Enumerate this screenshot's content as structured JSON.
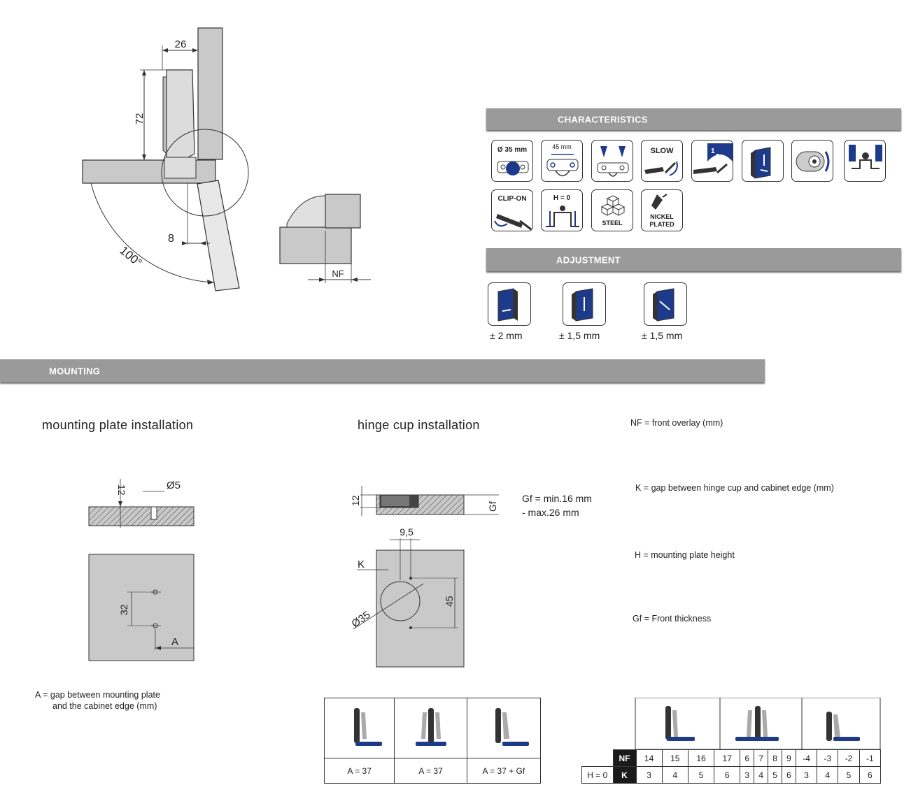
{
  "top_drawing": {
    "dim_width": "26",
    "dim_height": "72",
    "dim_gap": "8",
    "angle": "100°",
    "nf_label": "NF"
  },
  "characteristics": {
    "title": "CHARACTERISTICS",
    "icons": [
      {
        "name": "cup-35mm-icon",
        "label": "Ø 35 mm"
      },
      {
        "name": "hole-distance-45mm-icon",
        "label": "45 mm"
      },
      {
        "name": "screw-fixing-icon",
        "label": ""
      },
      {
        "name": "slow-close-icon",
        "label": "SLOW"
      },
      {
        "name": "two-step-icon",
        "label": ""
      },
      {
        "name": "depth-adjust-icon",
        "label": ""
      },
      {
        "name": "cam-adjust-icon",
        "label": ""
      },
      {
        "name": "screw-on-plate-icon",
        "label": ""
      },
      {
        "name": "clip-on-icon",
        "label": "CLIP-ON"
      },
      {
        "name": "plate-height-icon",
        "label": "H = 0"
      },
      {
        "name": "steel-icon",
        "label": "STEEL"
      },
      {
        "name": "nickel-plated-icon",
        "label": "NICKEL PLATED"
      }
    ]
  },
  "adjustment": {
    "title": "ADJUSTMENT",
    "items": [
      {
        "value": "± 2 mm"
      },
      {
        "value": "± 1,5 mm"
      },
      {
        "value": "± 1,5 mm"
      }
    ]
  },
  "mounting": {
    "title": "MOUNTING",
    "plate_title": "mounting plate installation",
    "cup_title": "hinge cup installation",
    "plate_dims": {
      "depth": "12",
      "hole": "Ø5",
      "spacing": "32",
      "gap": "A"
    },
    "cup_dims": {
      "depth": "12",
      "gf": "Gf",
      "offset": "9,5",
      "k": "K",
      "dia": "Ø35",
      "spacing": "45"
    },
    "gf_note_line1": "Gf = min.16 mm",
    "gf_note_line2": "- max.26 mm",
    "a_note_line1": "A =  gap between mounting plate",
    "a_note_line2": "and the cabinet edge (mm)",
    "legend_nf": "NF =  front overlay (mm)",
    "legend_k": "K =  gap between hinge cup and cabinet edge (mm)",
    "legend_h": "H =  mounting plate height",
    "legend_gf": "Gf = Front thickness"
  },
  "a_table": {
    "cells": [
      "A = 37",
      "A = 37",
      "A = 37 + Gf"
    ]
  },
  "nf_table": {
    "nf_label": "NF",
    "k_label": "K",
    "h_label": "H = 0",
    "nf_values": [
      "14",
      "15",
      "16",
      "17",
      "6",
      "7",
      "8",
      "9",
      "-4",
      "-3",
      "-2",
      "-1"
    ],
    "k_values": [
      "3",
      "4",
      "5",
      "6",
      "3",
      "4",
      "5",
      "6",
      "3",
      "4",
      "5",
      "6"
    ]
  },
  "colors": {
    "bar": "#9a9a9a",
    "accent": "#1e3a8a",
    "panel": "#c9c9c9"
  }
}
